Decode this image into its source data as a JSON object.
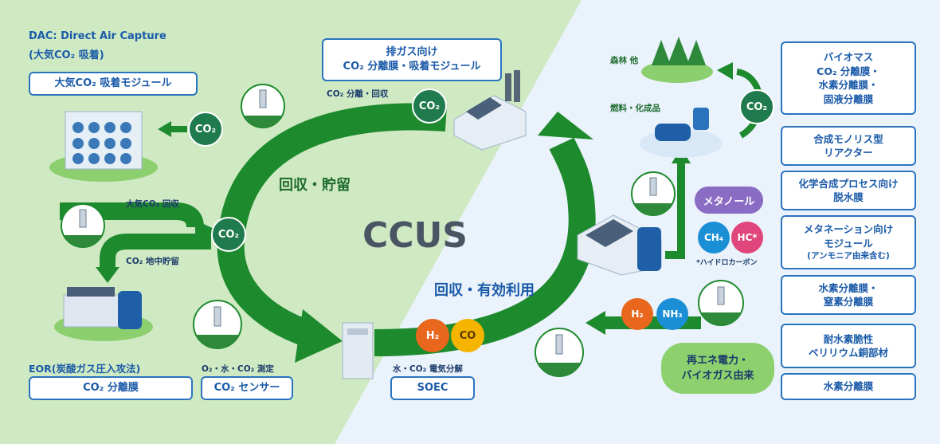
{
  "colors": {
    "green_bg": "#cfeac3",
    "blue_bg": "#eaf2fb",
    "arrow_green": "#1e8a2e",
    "box_border": "#2a74be",
    "text_blue": "#1a5aa8",
    "co2_circle": "#1f7a4e",
    "h2": "#e8671c",
    "co": "#f4b400",
    "ch4": "#1b8fd6",
    "hc": "#e0457b",
    "methanol": "#8b6cc4",
    "renewable": "#8cd16e"
  },
  "center_title": "CCUS",
  "cycle_labels": {
    "capture_storage": "回収・貯留",
    "capture_utilization": "回収・有効利用"
  },
  "dac": {
    "title_line1": "DAC: Direct Air Capture",
    "title_line2": "(大気CO₂ 吸着)",
    "box": "大気CO₂ 吸着モジュール"
  },
  "flow_labels": {
    "air_capture": "大気CO₂ 回収",
    "underground": "CO₂ 地中貯留",
    "separation_recovery": "CO₂ 分離・回収",
    "sensor_measure": "O₂・水・CO₂ 測定",
    "electrolysis": "水・CO₂ 電気分解",
    "forest": "森林 他",
    "fuel": "燃料・化成品",
    "hydrocarbon_note": "*ハイドロカーボン"
  },
  "eor": {
    "title": "EOR(炭酸ガス圧入攻法)",
    "box": "CO₂ 分離膜"
  },
  "sensor_box": "CO₂ センサー",
  "soec_box": "SOEC",
  "exhaust": {
    "line1": "排ガス向け",
    "line2": "CO₂ 分離膜・吸着モジュール"
  },
  "co2_label": "CO₂",
  "molecules": {
    "h2": "H₂",
    "co": "CO",
    "ch4": "CH₄",
    "hc": "HC*",
    "nh3": "NH₃",
    "methanol": "メタノール"
  },
  "renewable": {
    "line1": "再エネ電力・",
    "line2": "バイオガス由来"
  },
  "right_boxes": [
    {
      "lines": [
        "バイオマス",
        "CO₂ 分離膜・",
        "水素分離膜・",
        "固液分離膜"
      ]
    },
    {
      "lines": [
        "合成モノリス型",
        "リアクター"
      ]
    },
    {
      "lines": [
        "化学合成プロセス向け",
        "脱水膜"
      ]
    },
    {
      "lines": [
        "メタネーション向け",
        "モジュール",
        "(アンモニア由来含む)"
      ]
    },
    {
      "lines": [
        "水素分離膜・",
        "窒素分離膜"
      ]
    },
    {
      "lines": [
        "耐水素脆性",
        "ベリリウム銅部材"
      ]
    },
    {
      "lines": [
        "水素分離膜"
      ]
    }
  ]
}
